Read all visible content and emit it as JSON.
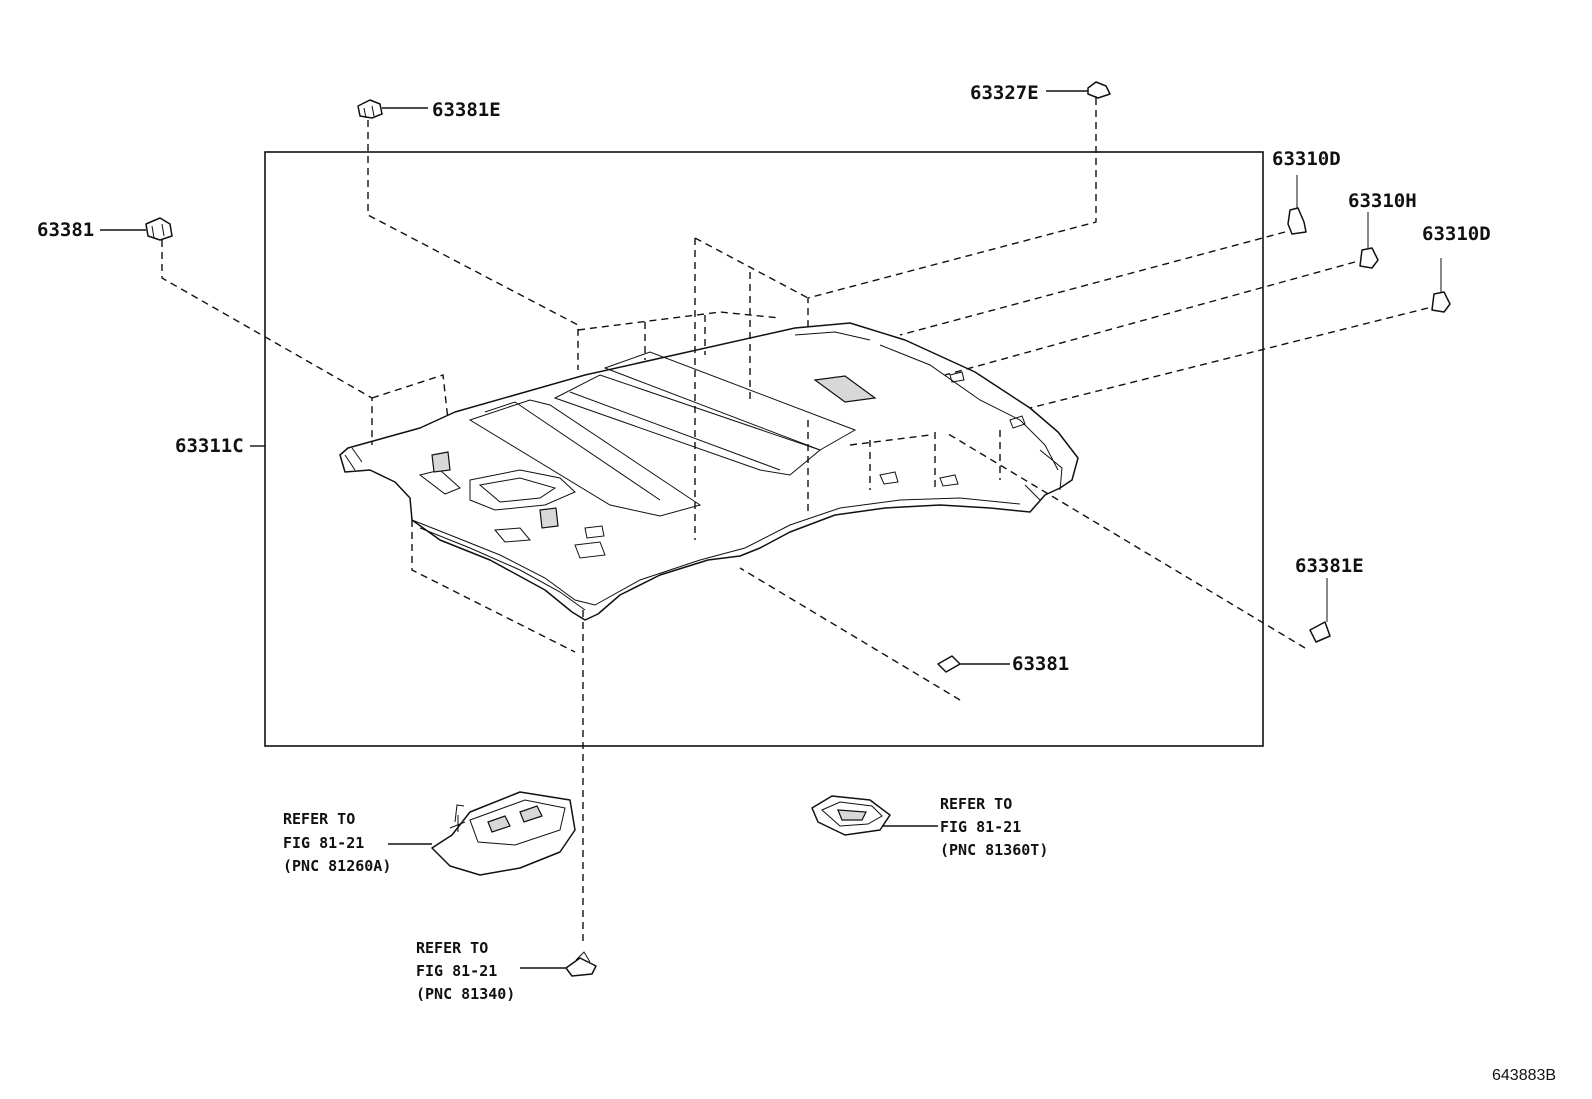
{
  "labels": {
    "p63381e_top": "63381E",
    "p63327e": "63327E",
    "p63310d_a": "63310D",
    "p63310h": "63310H",
    "p63310d_b": "63310D",
    "p63381_left": "63381",
    "p63311c": "63311C",
    "p63381e_right": "63381E",
    "p63381_bottom": "63381"
  },
  "refs": {
    "left": {
      "line1": "REFER TO",
      "line2": "FIG 81-21",
      "line3": "(PNC 81260A)"
    },
    "right": {
      "line1": "REFER TO",
      "line2": "FIG 81-21",
      "line3": "(PNC 81360T)"
    },
    "bottom": {
      "line1": "REFER TO",
      "line2": "FIG 81-21",
      "line3": "(PNC 81340)"
    }
  },
  "figure_id": "643883B"
}
